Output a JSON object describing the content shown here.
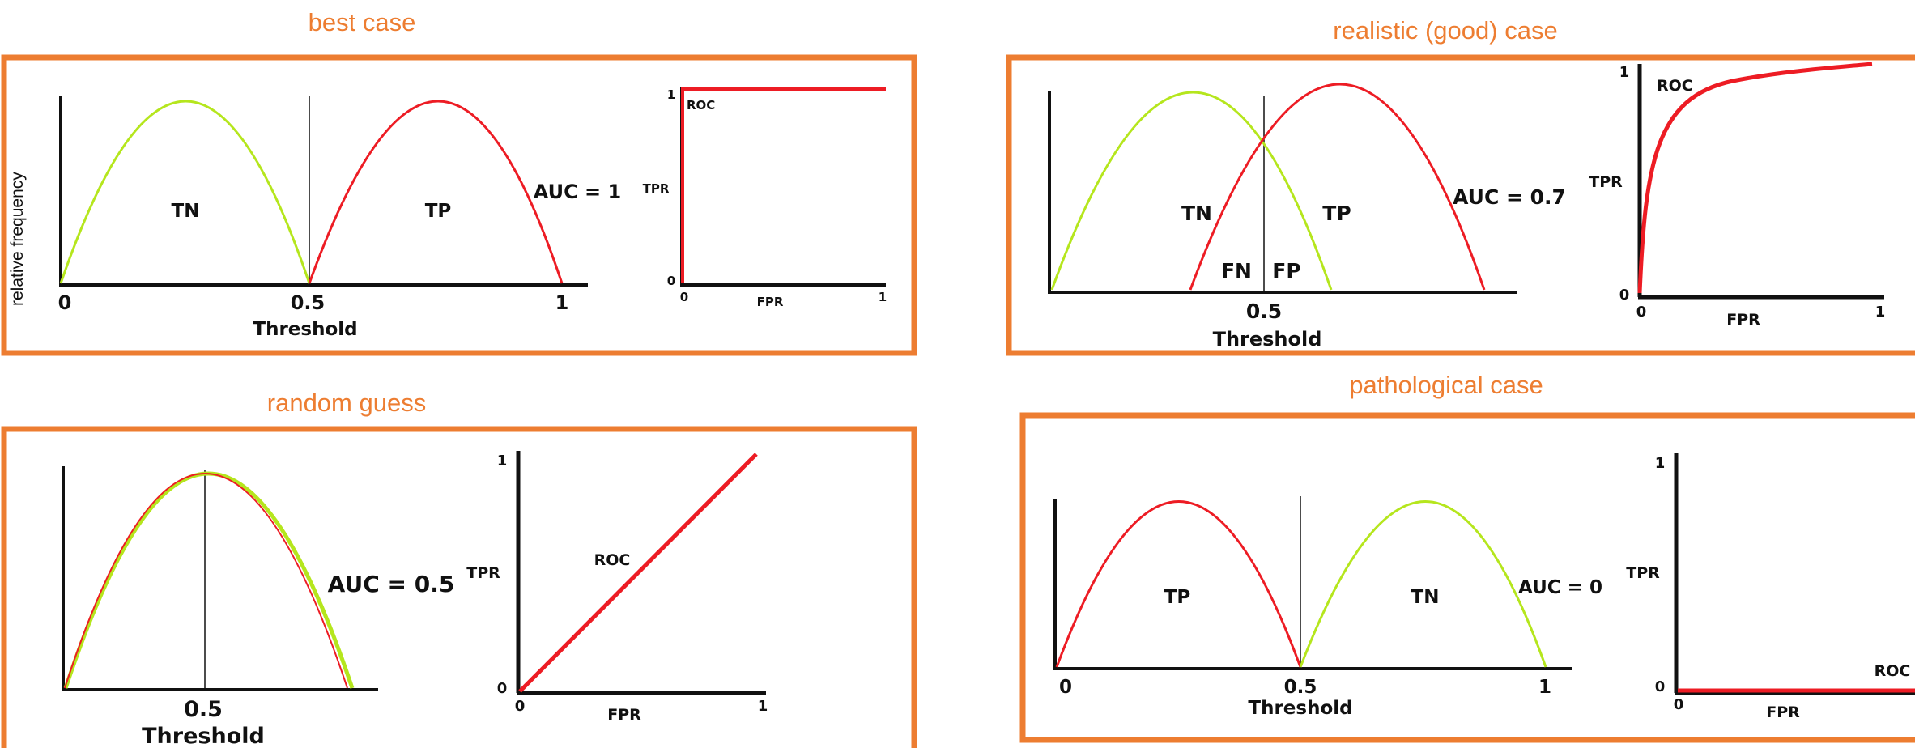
{
  "panels": [
    {
      "key": "best",
      "title": "best case",
      "y_axis_label": "relative frequency",
      "dist_left_label": "TN",
      "dist_right_label": "TP",
      "threshold_value": "0.5",
      "x_label": "Threshold",
      "x_ticks": [
        "0",
        "0.5",
        "1"
      ],
      "auc": "AUC = 1",
      "roc": {
        "label": "ROC",
        "tpr": "TPR",
        "fpr": "FPR",
        "y_ticks": [
          "1",
          "0"
        ],
        "x_ticks": [
          "0",
          "1"
        ]
      }
    },
    {
      "key": "realistic",
      "title": "realistic (good) case",
      "dist_left_label": "TN",
      "dist_right_label": "TP",
      "fn_label": "FN",
      "fp_label": "FP",
      "threshold_value": "0.5",
      "x_label": "Threshold",
      "auc": "AUC = 0.7",
      "roc": {
        "label": "ROC",
        "tpr": "TPR",
        "fpr": "FPR",
        "y_ticks": [
          "1",
          "0"
        ],
        "x_ticks": [
          "0",
          "1"
        ]
      }
    },
    {
      "key": "random",
      "title": "random guess",
      "threshold_value": "0.5",
      "x_label": "Threshold",
      "auc": "AUC = 0.5",
      "roc": {
        "label": "ROC",
        "tpr": "TPR",
        "fpr": "FPR",
        "y_ticks": [
          "1",
          "0"
        ],
        "x_ticks": [
          "0",
          "1"
        ]
      }
    },
    {
      "key": "pathological",
      "title": "pathological case",
      "dist_left_label": "TP",
      "dist_right_label": "TN",
      "threshold_value": "0.5",
      "x_label": "Threshold",
      "x_ticks": [
        "0",
        "0.5",
        "1"
      ],
      "auc": "AUC = 0",
      "roc": {
        "label": "ROC",
        "tpr": "TPR",
        "fpr": "FPR",
        "y_ticks": [
          "1",
          "0"
        ],
        "x_ticks": [
          "0"
        ]
      }
    }
  ],
  "colors": {
    "frame": "#ED7D31",
    "title": "#ED7D31",
    "negative_curve": "#B5E61D",
    "positive_curve": "#ED1C24",
    "axis": "#111111"
  }
}
